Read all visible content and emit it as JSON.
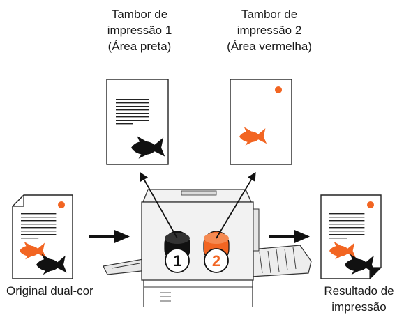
{
  "labels": {
    "drum1": "Tambor de\nimpressão 1\n(Área preta)",
    "drum2": "Tambor de\nimpressão 2\n(Área vermelha)",
    "original": "Original dual-cor",
    "result": "Resultado de\nimpressão"
  },
  "drum_numbers": {
    "drum1": "1",
    "drum2": "2"
  },
  "colors": {
    "accent": "#f26522",
    "black": "#111111",
    "machine": "#f2f2f2"
  },
  "icons": {
    "fish": "goldfish-icon"
  }
}
